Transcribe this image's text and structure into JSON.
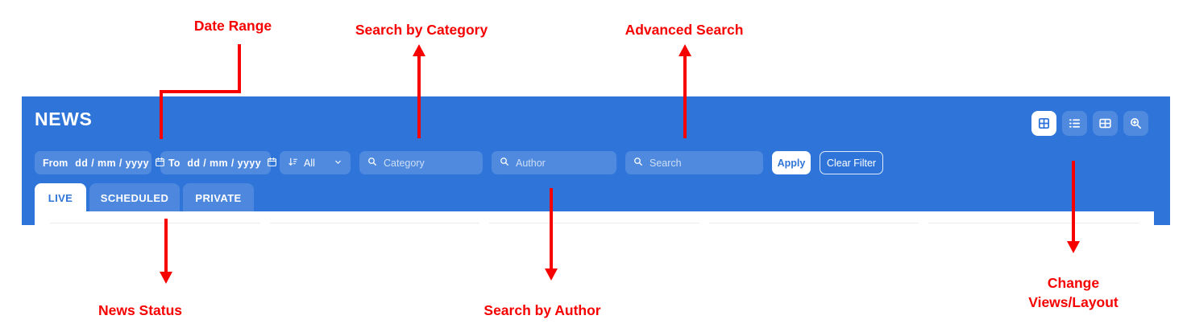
{
  "colors": {
    "header_blue": "#2e74d9",
    "accent_text_blue": "#2b72d9",
    "annotation_red": "#f60000",
    "card_border": "#ebebeb"
  },
  "annotations": {
    "date_range": "Date Range",
    "search_by_category": "Search by Category",
    "advanced_search": "Advanced Search",
    "news_status": "News Status",
    "search_by_author": "Search by Author",
    "change_views_line1": "Change",
    "change_views_line2": "Views/Layout"
  },
  "header": {
    "title": "NEWS",
    "view_icons": [
      {
        "name": "grid-view-icon",
        "active": true
      },
      {
        "name": "list-view-icon",
        "active": false
      },
      {
        "name": "table-view-icon",
        "active": false
      },
      {
        "name": "zoom-view-icon",
        "active": false
      }
    ]
  },
  "filters": {
    "from_label": "From",
    "to_label": "To",
    "date_placeholder": "dd / mm / yyyy",
    "sort_value": "All",
    "category_placeholder": "Category",
    "author_placeholder": "Author",
    "search_placeholder": "Search",
    "apply_label": "Apply",
    "clear_label": "Clear Filter"
  },
  "tabs": [
    {
      "label": "LIVE",
      "active": true
    },
    {
      "label": "SCHEDULED",
      "active": false
    },
    {
      "label": "PRIVATE",
      "active": false
    }
  ]
}
